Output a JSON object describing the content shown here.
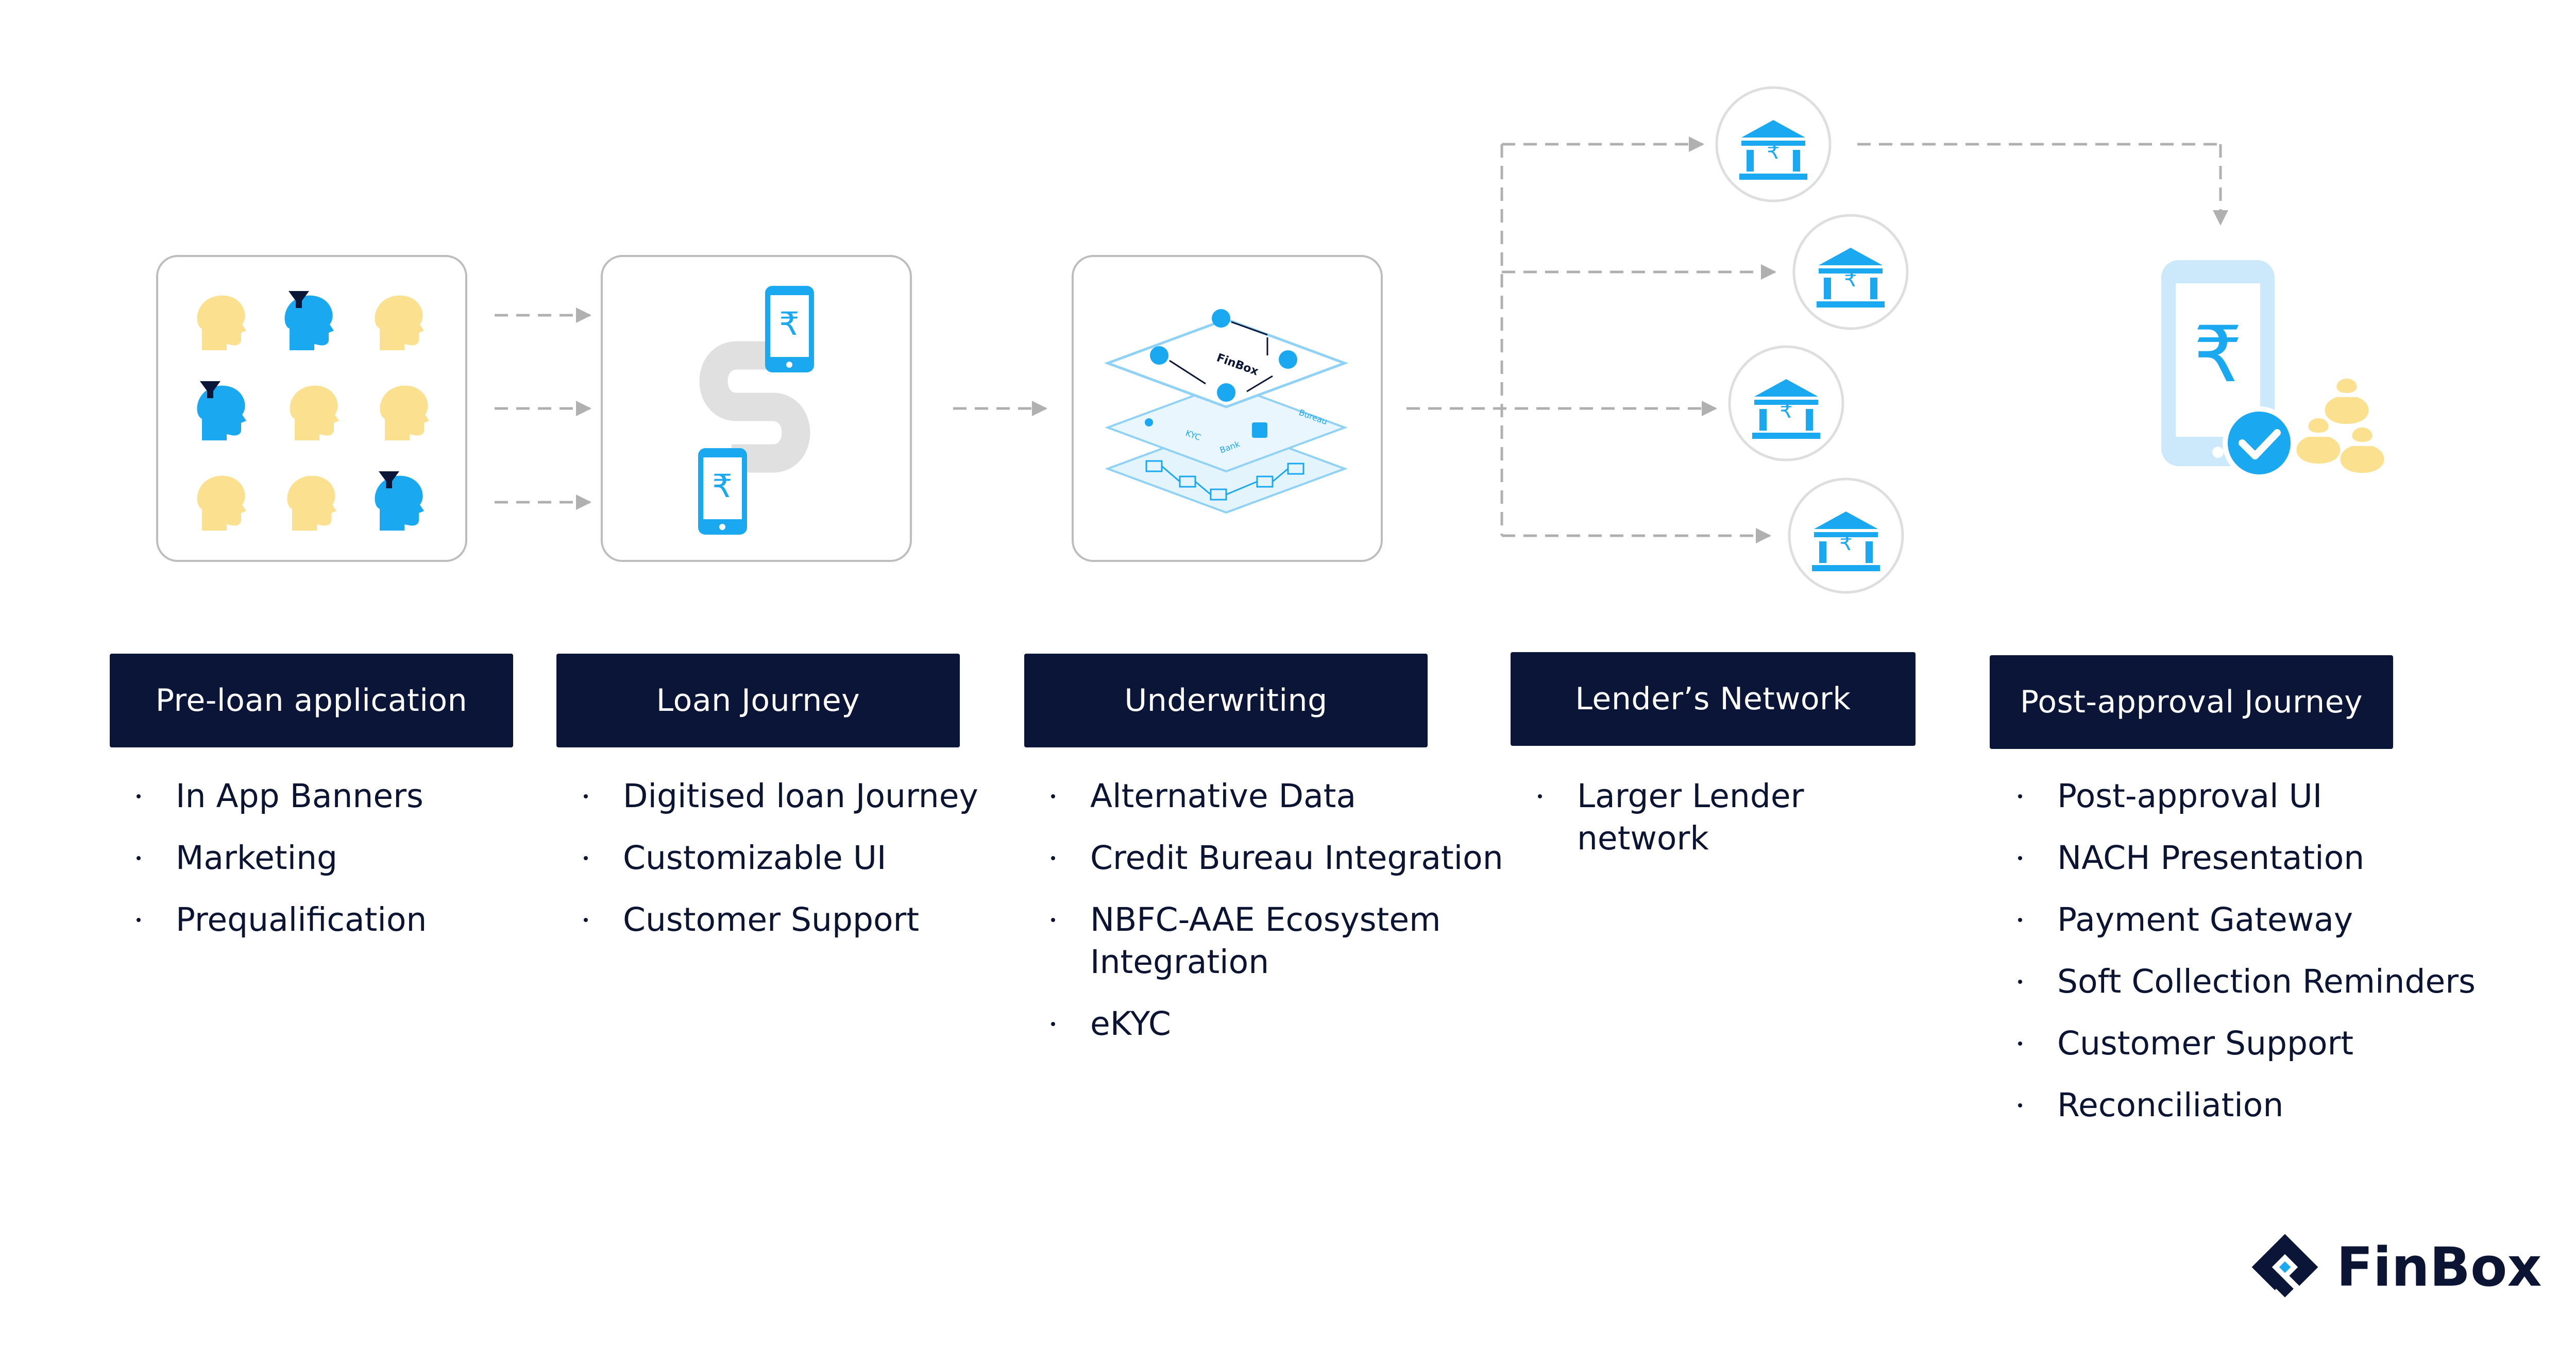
{
  "stages": [
    {
      "label": "Pre-loan application",
      "items": [
        "In App Banners",
        "Marketing",
        "Prequalification"
      ]
    },
    {
      "label": "Loan Journey",
      "items": [
        "Digitised loan Journey",
        "Customizable UI",
        "Customer Support"
      ]
    },
    {
      "label": "Underwriting",
      "items": [
        "Alternative Data",
        "Credit Bureau Integration",
        "NBFC-AAE Ecosystem|Integration",
        "eKYC"
      ]
    },
    {
      "label": "Lender’s Network",
      "items": [
        "Larger Lender|network"
      ]
    },
    {
      "label": "Post-approval Journey",
      "items": [
        "Post-approval UI",
        "NACH Presentation",
        "Payment Gateway",
        "Soft Collection Reminders",
        "Customer Support",
        "Reconciliation"
      ]
    }
  ],
  "currency_symbol": "₹",
  "underwriting_card_text": [
    "FinBox",
    "KYC",
    "Bank",
    "Bureau"
  ],
  "brand": {
    "name": "FinBox"
  },
  "colors": {
    "dark_navy": "#0b1537",
    "accent_blue": "#1aa9f0",
    "light_blue": "#cbe9fb",
    "person_yellow": "#fbe08f",
    "card_border": "#bdbdbd",
    "connector_gray": "#b0b0b0"
  },
  "icons": [
    "person-head-icon",
    "phone-rupee-icon",
    "bank-icon",
    "check-badge-icon",
    "money-bag-icon",
    "finbox-logo-icon"
  ]
}
